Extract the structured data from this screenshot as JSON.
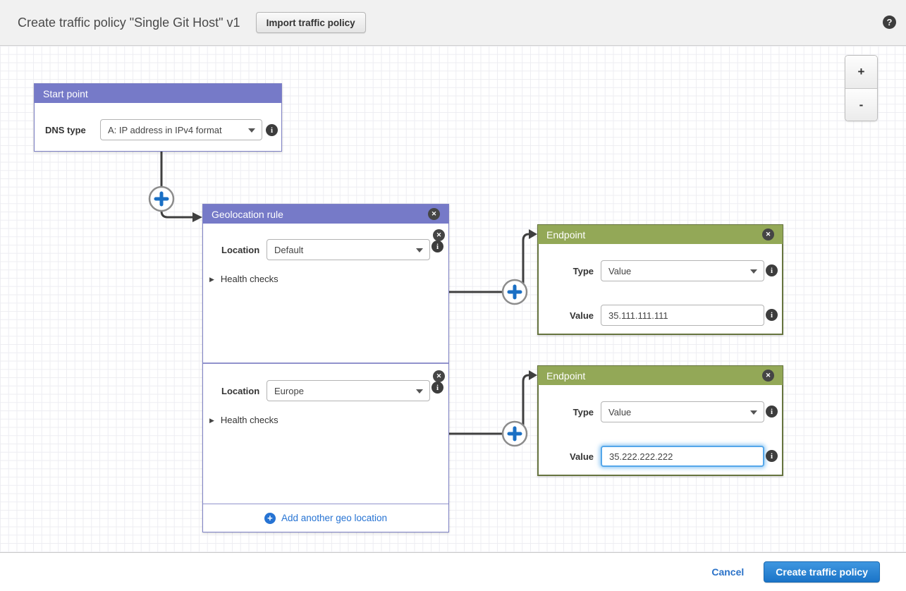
{
  "header": {
    "title": "Create traffic policy \"Single Git Host\" v1",
    "import_button": "Import traffic policy"
  },
  "icons": {
    "help": "?",
    "close": "✕",
    "info": "i",
    "plus": "+",
    "disclosure": "▶",
    "zoom_in": "+",
    "zoom_out": "-"
  },
  "start_point": {
    "title": "Start point",
    "dns_type_label": "DNS type",
    "dns_type_value": "A: IP address in IPv4 format"
  },
  "geolocation_rule": {
    "title": "Geolocation rule",
    "add_link": "Add another geo location",
    "sections": [
      {
        "location_label": "Location",
        "location_value": "Default",
        "health_checks": "Health checks"
      },
      {
        "location_label": "Location",
        "location_value": "Europe",
        "health_checks": "Health checks"
      }
    ]
  },
  "endpoints": [
    {
      "title": "Endpoint",
      "type_label": "Type",
      "type_value": "Value",
      "value_label": "Value",
      "value": "35.111.111.111"
    },
    {
      "title": "Endpoint",
      "type_label": "Type",
      "type_value": "Value",
      "value_label": "Value",
      "value": "35.222.222.222"
    }
  ],
  "footer": {
    "cancel": "Cancel",
    "create_button": "Create traffic policy"
  },
  "colors": {
    "purple_header": "#767ac8",
    "green_header": "#93a857",
    "link_blue": "#2673d3",
    "button_blue_top": "#3f97e0",
    "button_blue_bottom": "#1b74c8",
    "connector": "#3f3f3f",
    "plus_blue": "#1a6fc4"
  }
}
